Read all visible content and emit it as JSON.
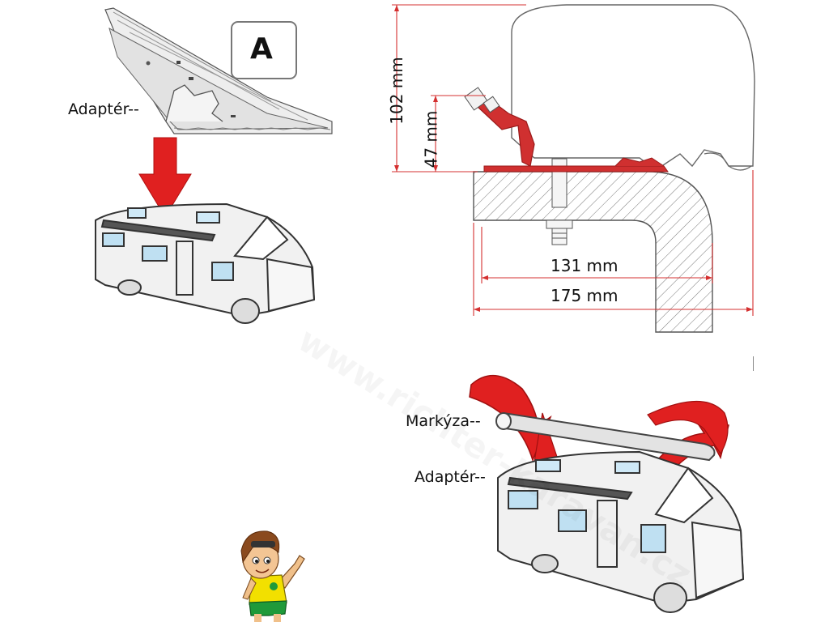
{
  "labels": {
    "adapter_top": "Adaptér--",
    "box_letter": "A",
    "markyza": "Markýza--",
    "adapter_bottom": "Adaptér--"
  },
  "dimensions": {
    "h102": "102 mm",
    "h47": "47 mm",
    "w131": "131 mm",
    "w175": "175 mm"
  },
  "watermark": "www.richter-karavan.cz",
  "colors": {
    "arrow_red": "#e02020",
    "dim_red": "#d43030",
    "profile_red": "#d03030",
    "boy_shirt": "#f2e000",
    "boy_shorts": "#1f9a3a"
  }
}
